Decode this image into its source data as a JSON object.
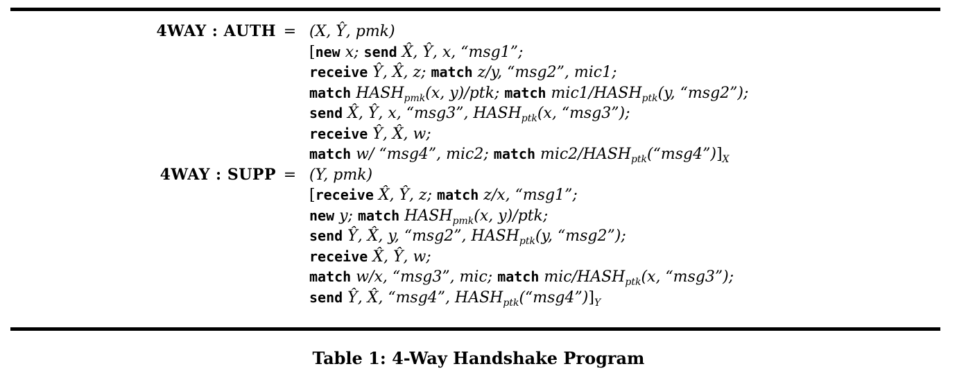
{
  "page": {
    "background": "#ffffff",
    "text_color": "#000000",
    "rule_color": "#000000"
  },
  "table": {
    "caption": "Table 1: 4-Way Handshake Program",
    "rows": [
      {
        "id": "auth",
        "label": "4WAY : AUTH",
        "eq": "=",
        "lines": [
          [
            {
              "t": "m",
              "v": "(X, Ŷ, pmk)"
            }
          ],
          [
            {
              "t": "p",
              "v": "["
            },
            {
              "t": "k",
              "v": "new"
            },
            {
              "t": "m",
              "v": " x; "
            },
            {
              "t": "k",
              "v": "send"
            },
            {
              "t": "m",
              "v": " X̂, Ŷ, x, “msg1”;"
            }
          ],
          [
            {
              "t": "k",
              "v": "receive"
            },
            {
              "t": "m",
              "v": " Ŷ, X̂, z; "
            },
            {
              "t": "k",
              "v": "match"
            },
            {
              "t": "m",
              "v": " z/y, “msg2”, mic1;"
            }
          ],
          [
            {
              "t": "k",
              "v": "match"
            },
            {
              "t": "m",
              "v": " HASH"
            },
            {
              "t": "s",
              "v": "pmk"
            },
            {
              "t": "m",
              "v": "(x, y)/ptk; "
            },
            {
              "t": "k",
              "v": "match"
            },
            {
              "t": "m",
              "v": " mic1/HASH"
            },
            {
              "t": "s",
              "v": "ptk"
            },
            {
              "t": "m",
              "v": "(y, “msg2”);"
            }
          ],
          [
            {
              "t": "k",
              "v": "send"
            },
            {
              "t": "m",
              "v": " X̂, Ŷ, x, “msg3”, HASH"
            },
            {
              "t": "s",
              "v": "ptk"
            },
            {
              "t": "m",
              "v": "(x, “msg3”);"
            }
          ],
          [
            {
              "t": "k",
              "v": "receive"
            },
            {
              "t": "m",
              "v": " Ŷ, X̂, w;"
            }
          ],
          [
            {
              "t": "k",
              "v": "match"
            },
            {
              "t": "m",
              "v": " w/ “msg4”, mic2; "
            },
            {
              "t": "k",
              "v": "match"
            },
            {
              "t": "m",
              "v": " mic2/HASH"
            },
            {
              "t": "s",
              "v": "ptk"
            },
            {
              "t": "m",
              "v": "(“msg4”)"
            },
            {
              "t": "p",
              "v": "]"
            },
            {
              "t": "s",
              "v": "X"
            }
          ]
        ]
      },
      {
        "id": "supp",
        "label": "4WAY : SUPP",
        "eq": "=",
        "lines": [
          [
            {
              "t": "m",
              "v": "(Y, pmk)"
            }
          ],
          [
            {
              "t": "p",
              "v": "["
            },
            {
              "t": "k",
              "v": "receive"
            },
            {
              "t": "m",
              "v": " X̂, Ŷ, z; "
            },
            {
              "t": "k",
              "v": "match"
            },
            {
              "t": "m",
              "v": " z/x, “msg1”;"
            }
          ],
          [
            {
              "t": "k",
              "v": "new"
            },
            {
              "t": "m",
              "v": " y; "
            },
            {
              "t": "k",
              "v": "match"
            },
            {
              "t": "m",
              "v": " HASH"
            },
            {
              "t": "s",
              "v": "pmk"
            },
            {
              "t": "m",
              "v": "(x, y)/ptk;"
            }
          ],
          [
            {
              "t": "k",
              "v": "send"
            },
            {
              "t": "m",
              "v": " Ŷ, X̂, y, “msg2”, HASH"
            },
            {
              "t": "s",
              "v": "ptk"
            },
            {
              "t": "m",
              "v": "(y, “msg2”);"
            }
          ],
          [
            {
              "t": "k",
              "v": "receive"
            },
            {
              "t": "m",
              "v": " X̂, Ŷ, w;"
            }
          ],
          [
            {
              "t": "k",
              "v": "match"
            },
            {
              "t": "m",
              "v": " w/x, “msg3”, mic; "
            },
            {
              "t": "k",
              "v": "match"
            },
            {
              "t": "m",
              "v": " mic/HASH"
            },
            {
              "t": "s",
              "v": "ptk"
            },
            {
              "t": "m",
              "v": "(x, “msg3”);"
            }
          ],
          [
            {
              "t": "k",
              "v": "send"
            },
            {
              "t": "m",
              "v": " Ŷ, X̂, “msg4”, HASH"
            },
            {
              "t": "s",
              "v": "ptk"
            },
            {
              "t": "m",
              "v": "(“msg4”)"
            },
            {
              "t": "p",
              "v": "]"
            },
            {
              "t": "s",
              "v": "Y"
            }
          ]
        ]
      }
    ]
  }
}
